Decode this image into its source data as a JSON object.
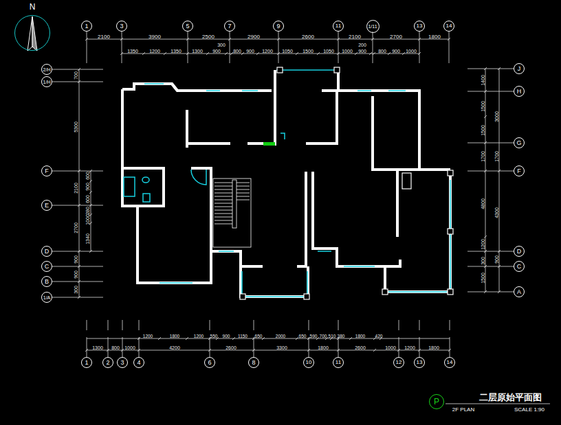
{
  "diagram": {
    "title": "二层原始平面图",
    "nodes": [
      {
        "text": [
          "N"
        ]
      },
      {
        "text": [
          "1"
        ]
      },
      {
        "text": [
          "3"
        ]
      },
      {
        "text": [
          "5"
        ]
      },
      {
        "text": [
          "7"
        ]
      },
      {
        "text": [
          "9"
        ]
      },
      {
        "text": [
          "11"
        ]
      },
      {
        "text": [
          "1/11"
        ]
      },
      {
        "text": [
          "13"
        ]
      },
      {
        "text": [
          "14"
        ]
      },
      {
        "text": [
          "2/H"
        ]
      },
      {
        "text": [
          "1/H"
        ]
      },
      {
        "text": [
          "F"
        ]
      },
      {
        "text": [
          "E"
        ]
      },
      {
        "text": [
          "D"
        ]
      },
      {
        "text": [
          "C"
        ]
      },
      {
        "text": [
          "B"
        ]
      },
      {
        "text": [
          "1/A"
        ]
      },
      {
        "text": [
          "J"
        ]
      },
      {
        "text": [
          "H"
        ]
      },
      {
        "text": [
          "G"
        ]
      },
      {
        "text": [
          "F"
        ]
      },
      {
        "text": [
          "D"
        ]
      },
      {
        "text": [
          "C"
        ]
      },
      {
        "text": [
          "A"
        ]
      },
      {
        "text": [
          "1"
        ]
      },
      {
        "text": [
          "2"
        ]
      },
      {
        "text": [
          "3"
        ]
      },
      {
        "text": [
          "4"
        ]
      },
      {
        "text": [
          "6"
        ]
      },
      {
        "text": [
          "8"
        ]
      },
      {
        "text": [
          "10"
        ]
      },
      {
        "text": [
          "11"
        ]
      },
      {
        "text": [
          "12"
        ]
      },
      {
        "text": [
          "13"
        ]
      },
      {
        "text": [
          "14"
        ]
      },
      {
        "text": [
          "P"
        ]
      }
    ],
    "labels": [
      "2100",
      "3900",
      "2500",
      "300",
      "2900",
      "2600",
      "2100",
      "200",
      "2700",
      "1800",
      "1350",
      "1200",
      "1350",
      "1300",
      "900",
      "800",
      "900",
      "1200",
      "1050",
      "1500",
      "1050",
      "1000",
      "900",
      "800",
      "900",
      "1000",
      "700",
      "5300",
      "2100",
      "2700",
      "900",
      "900",
      "300",
      "600",
      "900",
      "600",
      "280",
      "1000",
      "1340",
      "1400",
      "1500",
      "1500",
      "1700",
      "4800",
      "1200",
      "300",
      "1500",
      "3000",
      "1700",
      "4300",
      "900",
      "1200",
      "1800",
      "1200",
      "550",
      "900",
      "1150",
      "650",
      "2000",
      "650",
      "590",
      "700",
      "510",
      "380",
      "1800",
      "420",
      "1300",
      "800",
      "1000",
      "4200",
      "2600",
      "3300",
      "1800",
      "2600",
      "1000",
      "1200",
      "1800",
      "2F PLAN",
      "SCALE 1:90"
    ]
  }
}
